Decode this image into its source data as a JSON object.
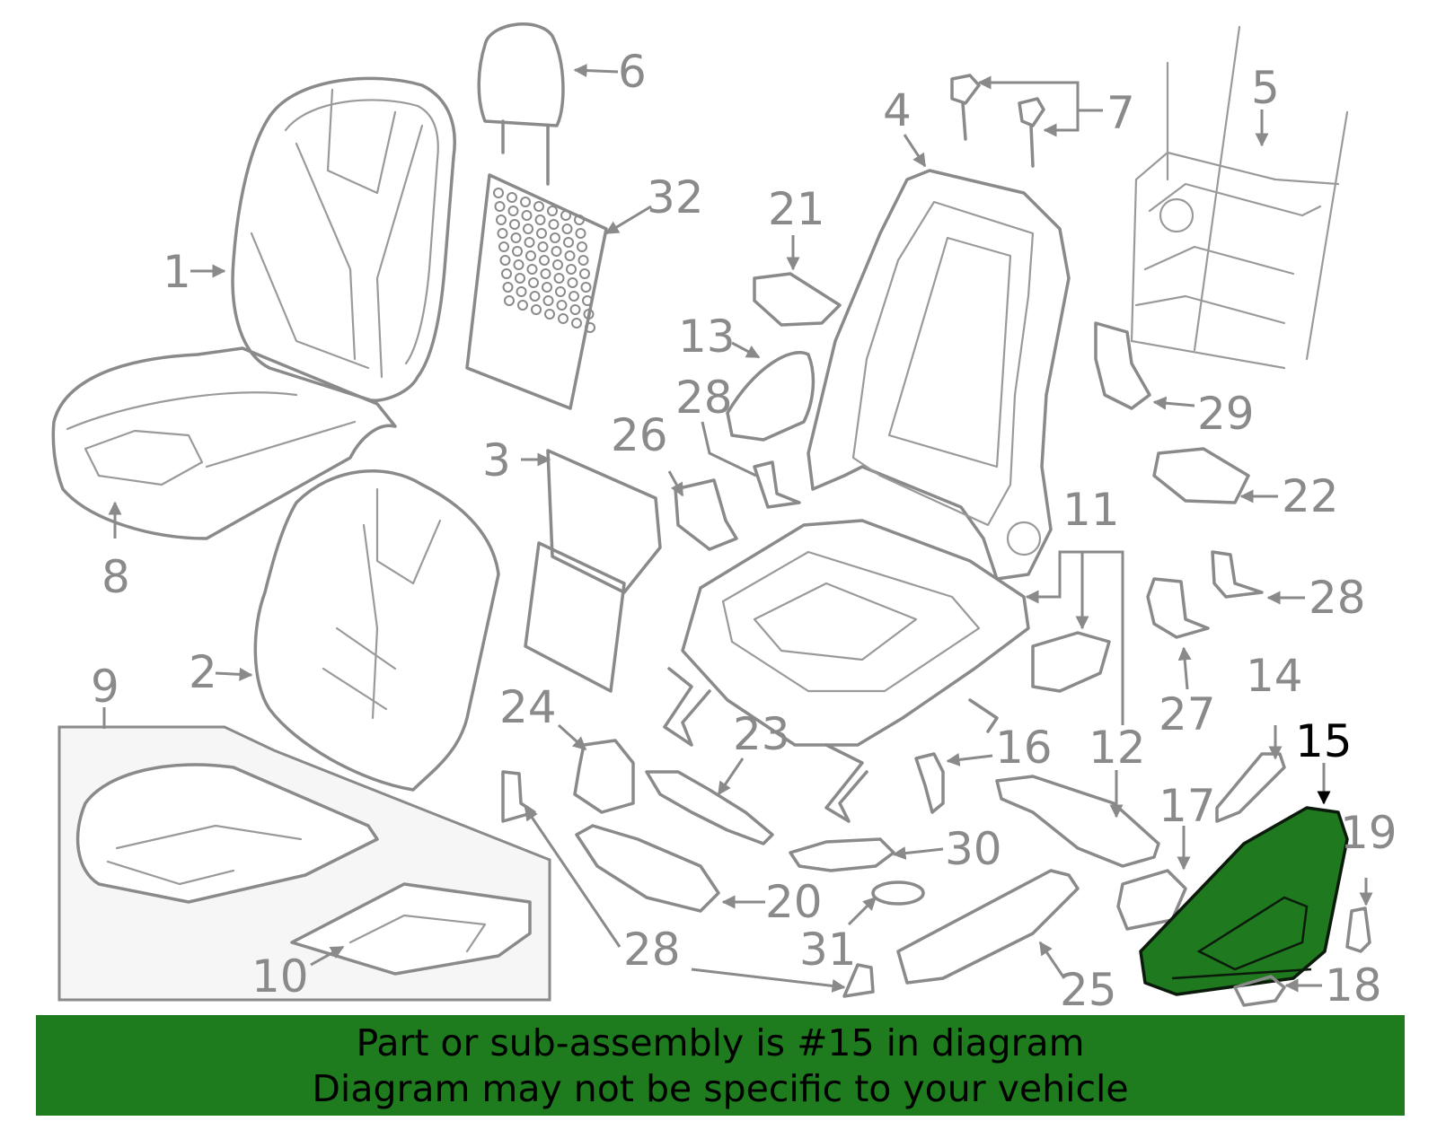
{
  "diagram": {
    "highlight_color": "#1e7b1e",
    "part_line_color": "#8a8a8a",
    "highlighted_part": "15",
    "callouts": [
      "1",
      "2",
      "3",
      "4",
      "5",
      "6",
      "7",
      "8",
      "9",
      "10",
      "11",
      "12",
      "13",
      "14",
      "15",
      "16",
      "17",
      "18",
      "19",
      "20",
      "21",
      "22",
      "23",
      "24",
      "25",
      "26",
      "27",
      "28",
      "29",
      "30",
      "31",
      "32"
    ]
  },
  "banner": {
    "line1": "Part or sub-assembly is #15 in diagram",
    "line2": "Diagram may not be specific to your vehicle"
  }
}
